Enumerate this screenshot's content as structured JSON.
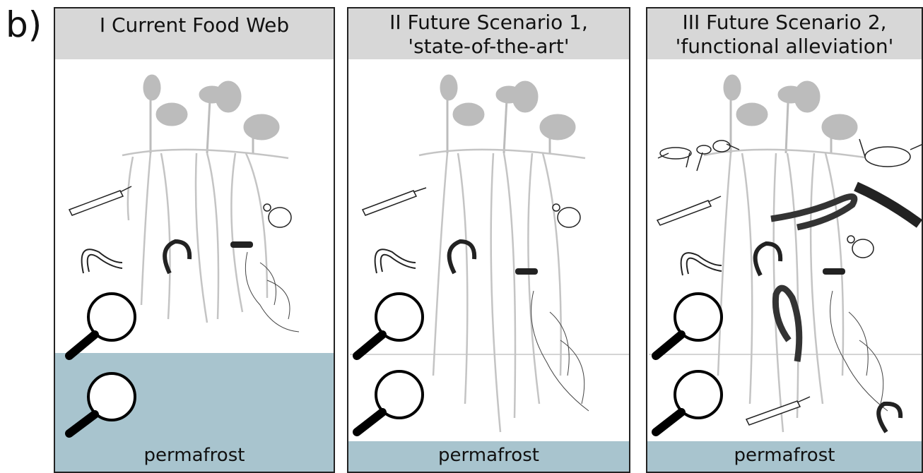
{
  "figure_label": "b)",
  "panels": [
    {
      "title_line1": "I Current Food Web",
      "title_line2": "",
      "frost_label": "permafrost"
    },
    {
      "title_line1": "II Future Scenario 1,",
      "title_line2": "'state-of-the-art'",
      "frost_label": "permafrost"
    },
    {
      "title_line1": "III Future Scenario 2,",
      "title_line2": "'functional alleviation'",
      "frost_label": "permafrost"
    }
  ],
  "colors": {
    "title_bg": "#d7d7d7",
    "permafrost": "#a8c4ce",
    "plant": "#bcbcbc",
    "outline": "#222222"
  },
  "icons": [
    "plant-icon",
    "root-system-icon",
    "springtail-icon",
    "nematode-icon",
    "enchytraeid-worm-icon",
    "mite-icon",
    "fungal-hyphae-icon",
    "magnifier-icon",
    "ant-icon",
    "isopod-icon",
    "millipede-icon",
    "earthworm-icon"
  ]
}
